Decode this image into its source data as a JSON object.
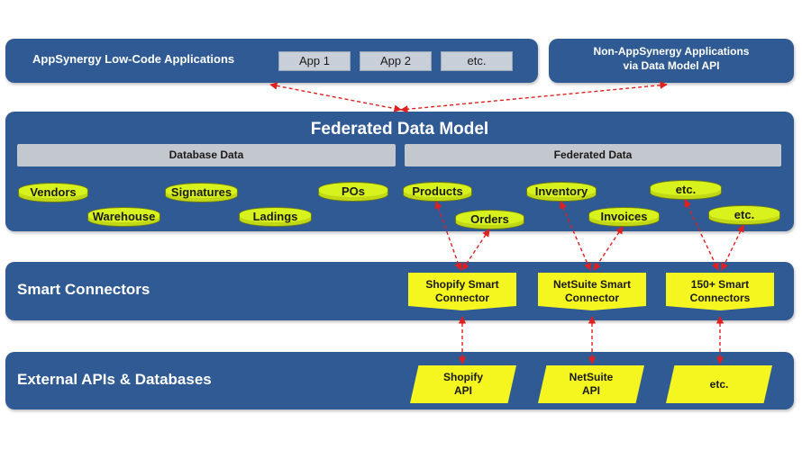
{
  "apps_panel": {
    "title": "AppSynergy Low-Code Applications",
    "buttons": [
      "App 1",
      "App 2",
      "etc."
    ]
  },
  "non_apps_panel": {
    "title": "Non-AppSynergy Applications\nvia Data Model API"
  },
  "federated_model": {
    "title": "Federated Data Model",
    "database_header": "Database Data",
    "federated_header": "Federated Data",
    "database_items": [
      "Vendors",
      "Warehouse",
      "Signatures",
      "Ladings",
      "POs"
    ],
    "federated_items": [
      "Products",
      "Orders",
      "Inventory",
      "Invoices",
      "etc.",
      "etc."
    ]
  },
  "smart_connectors": {
    "title": "Smart Connectors",
    "connectors": [
      "Shopify Smart\nConnector",
      "NetSuite Smart\nConnector",
      "150+ Smart\nConnectors"
    ]
  },
  "external": {
    "title": "External APIs & Databases",
    "apis": [
      "Shopify\nAPI",
      "NetSuite\nAPI",
      "etc."
    ]
  },
  "colors": {
    "band": "#2f5a93",
    "connector_yellow": "#f5f520",
    "cylinder_green": "#d8f21e",
    "arrow_red": "#e02020"
  }
}
